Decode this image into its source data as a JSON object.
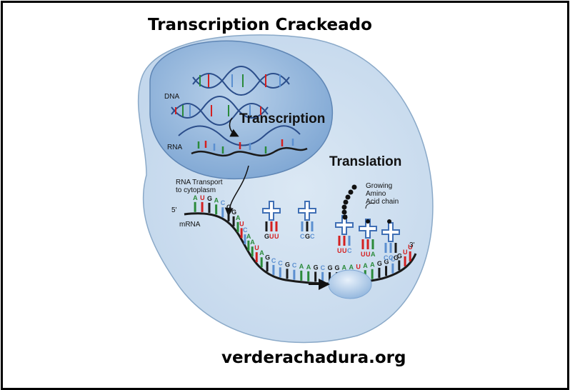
{
  "title": "Transcription Crackeado",
  "footer": "verderachadura.org",
  "diagram": {
    "labels": {
      "dna": "DNA",
      "transcription": "Transcription",
      "rna": "RNA",
      "rna_transport": "RNA Transport\nto cytoplasm",
      "five_prime": "5'",
      "mrna": "mRNA",
      "translation": "Translation",
      "growing_chain": "Growing\nAmino\nAcid chain",
      "three_prime": "3'"
    },
    "mrna_bases_a": [
      "A",
      "U",
      "G",
      "A",
      "C",
      "G",
      "G",
      "A",
      "U",
      "C",
      "A",
      "A",
      "U"
    ],
    "mrna_bases_b": [
      "A",
      "G",
      "C",
      "C",
      "G",
      "C",
      "A",
      "A",
      "G",
      "C",
      "G",
      "G",
      "A",
      "A",
      "U",
      "A",
      "A",
      "G",
      "G",
      "C",
      "G",
      "U",
      "U"
    ],
    "anticodons": [
      [
        "G",
        "U",
        "U"
      ],
      [
        "C",
        "G",
        "C"
      ],
      [
        "U",
        "U",
        "C"
      ],
      [
        "U",
        "U",
        "A"
      ],
      [
        "C",
        "C",
        "G"
      ]
    ],
    "colors": {
      "cell": "#cfe0ef",
      "nucleus": "#8fb4da",
      "A": "#2a8a3a",
      "U": "#d42020",
      "G": "#1a1a1a",
      "C": "#5b8fd0",
      "trna": "#3f6fb5",
      "ribosome": "#a9c8ea"
    }
  }
}
